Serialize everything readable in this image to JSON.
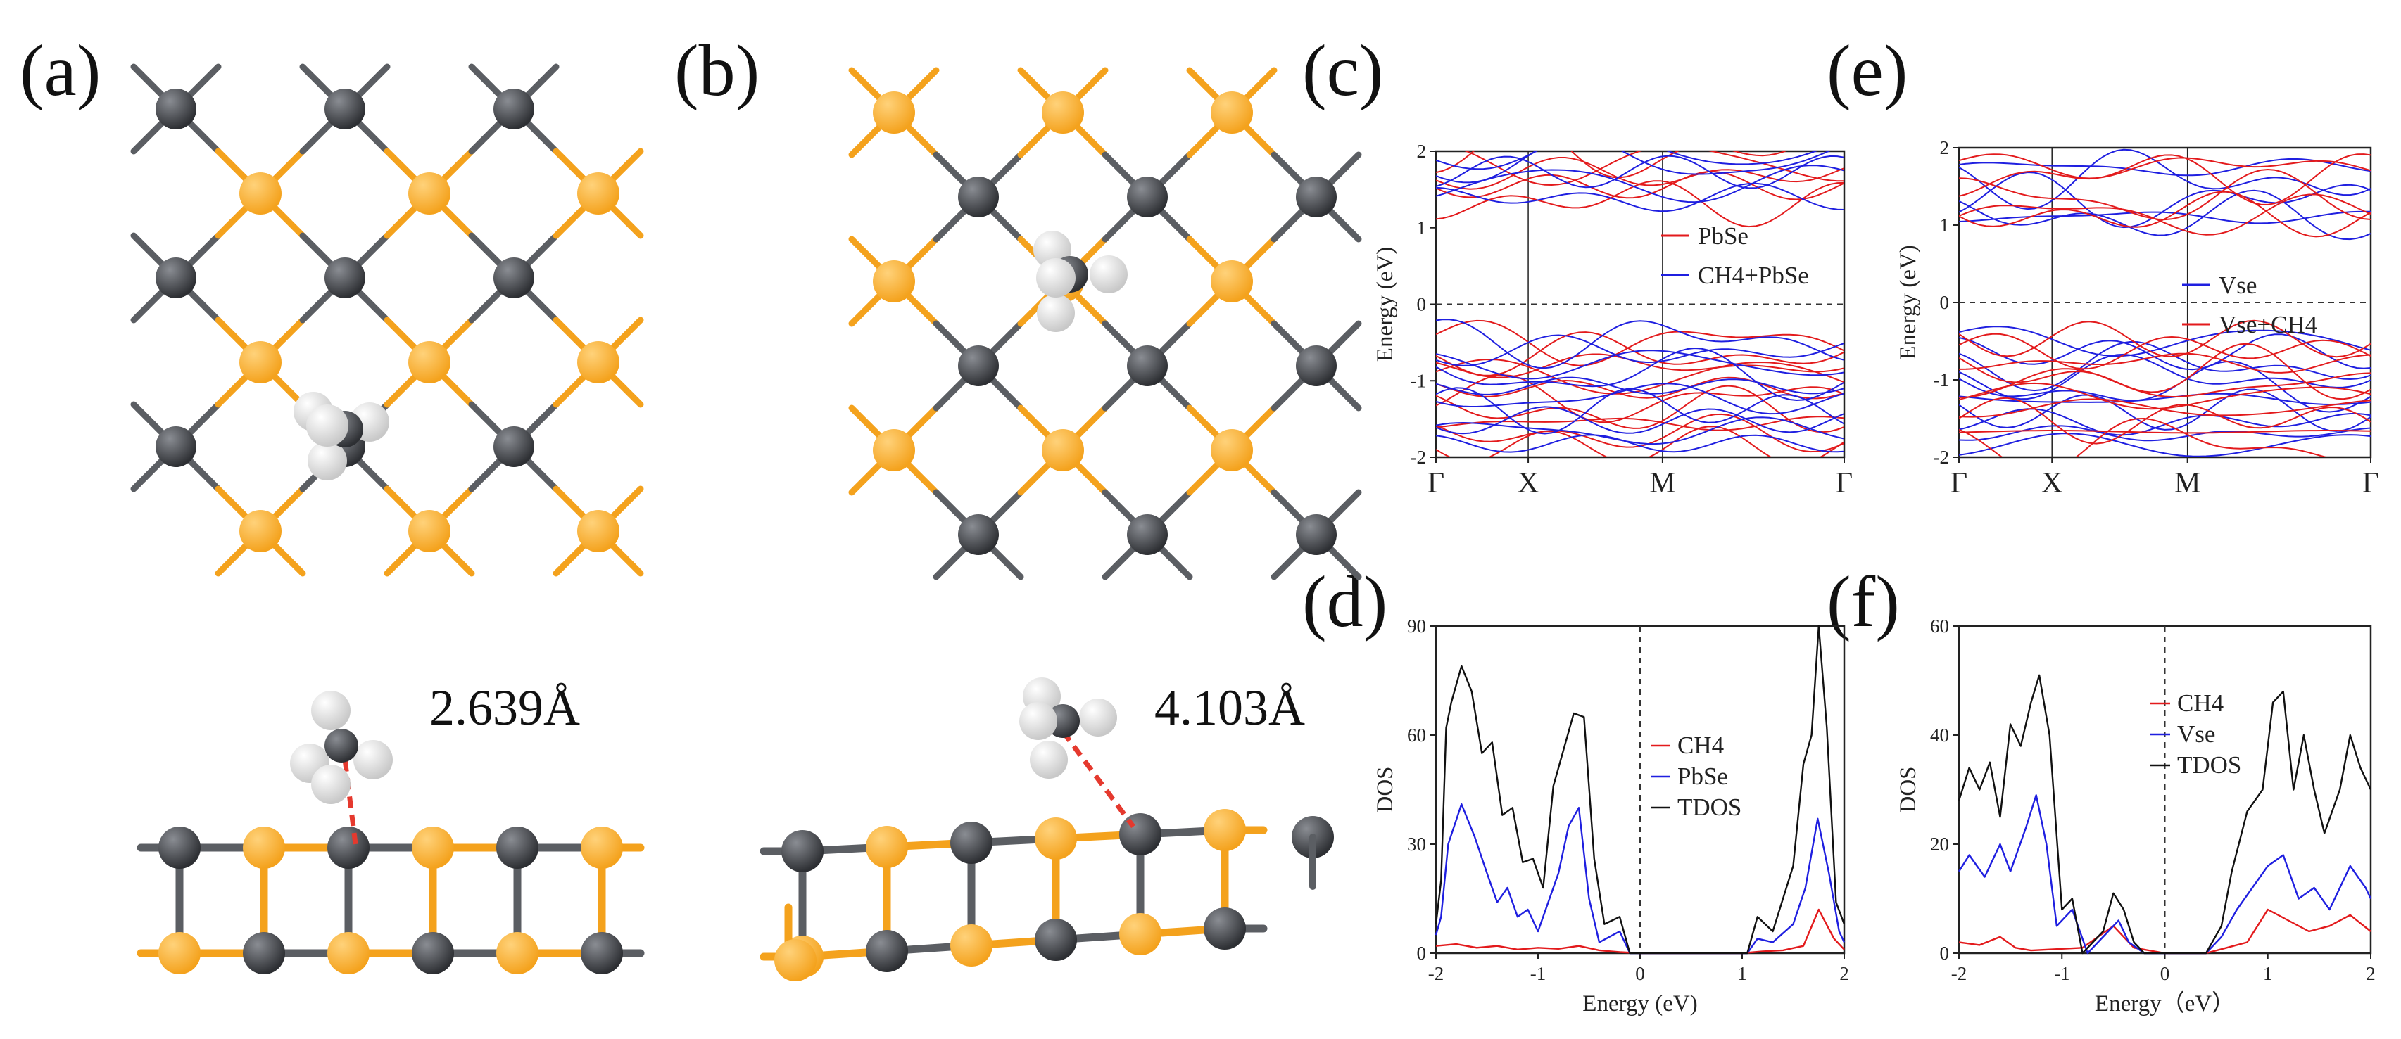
{
  "panel_labels": [
    "(a)",
    "(b)",
    "(c)",
    "(d)",
    "(e)",
    "(f)"
  ],
  "distances": {
    "a": "2.639Å",
    "b": "4.103Å"
  },
  "colors": {
    "pb": "#f4a21d",
    "se": "#4a4c50",
    "h": "#ececec",
    "bond": "#e5392e",
    "red": "#e31a1c",
    "blue": "#1f1fe0",
    "black": "#111111"
  },
  "chart_data": [
    {
      "id": "c",
      "type": "line",
      "kpath": [
        "Γ",
        "X",
        "M",
        "Γ"
      ],
      "ylabel": "Energy (eV)",
      "ylim": [
        -2,
        2
      ],
      "yticks": [
        "-2",
        "-1",
        "0",
        "1",
        "2"
      ],
      "series": [
        {
          "name": "PbSe",
          "color": "#e31a1c"
        },
        {
          "name": "CH4+PbSe",
          "color": "#1f1fe0"
        }
      ]
    },
    {
      "id": "e",
      "type": "line",
      "kpath": [
        "Γ",
        "X",
        "M",
        "Γ"
      ],
      "ylabel": "Energy (eV)",
      "ylim": [
        -2,
        2
      ],
      "yticks": [
        "-2",
        "-1",
        "0",
        "1",
        "2"
      ],
      "series": [
        {
          "name": "Vse",
          "color": "#1f1fe0"
        },
        {
          "name": "Vse+CH4",
          "color": "#e31a1c"
        }
      ]
    },
    {
      "id": "d",
      "type": "line",
      "xlabel": "Energy (eV)",
      "ylabel": "DOS",
      "xlim": [
        -2,
        2
      ],
      "ylim": [
        0,
        90
      ],
      "xticks": [
        "-2",
        "-1",
        "0",
        "1",
        "2"
      ],
      "yticks": [
        "0",
        "30",
        "60",
        "90"
      ],
      "series": [
        {
          "name": "CH4",
          "color": "#e31a1c",
          "points": [
            [
              -2,
              2
            ],
            [
              -1.8,
              2.5
            ],
            [
              -1.6,
              1.5
            ],
            [
              -1.4,
              2
            ],
            [
              -1.2,
              1
            ],
            [
              -1.0,
              1.5
            ],
            [
              -0.8,
              1.2
            ],
            [
              -0.6,
              2
            ],
            [
              -0.4,
              0.8
            ],
            [
              -0.2,
              0.3
            ],
            [
              0,
              0
            ],
            [
              1.0,
              0
            ],
            [
              1.2,
              0.5
            ],
            [
              1.4,
              0.8
            ],
            [
              1.6,
              2
            ],
            [
              1.75,
              12
            ],
            [
              1.9,
              4
            ],
            [
              2,
              1
            ]
          ]
        },
        {
          "name": "PbSe",
          "color": "#1f1fe0",
          "points": [
            [
              -2,
              5
            ],
            [
              -1.95,
              10
            ],
            [
              -1.88,
              30
            ],
            [
              -1.75,
              41
            ],
            [
              -1.62,
              32
            ],
            [
              -1.5,
              22
            ],
            [
              -1.4,
              14
            ],
            [
              -1.3,
              18
            ],
            [
              -1.2,
              10
            ],
            [
              -1.1,
              12
            ],
            [
              -1.0,
              6
            ],
            [
              -0.9,
              14
            ],
            [
              -0.8,
              22
            ],
            [
              -0.7,
              35
            ],
            [
              -0.6,
              40
            ],
            [
              -0.5,
              15
            ],
            [
              -0.4,
              3
            ],
            [
              -0.2,
              6
            ],
            [
              -0.1,
              0
            ],
            [
              0,
              0
            ],
            [
              1.05,
              0
            ],
            [
              1.15,
              4
            ],
            [
              1.3,
              3
            ],
            [
              1.5,
              8
            ],
            [
              1.62,
              18
            ],
            [
              1.74,
              37
            ],
            [
              1.85,
              22
            ],
            [
              1.95,
              6
            ],
            [
              2,
              3
            ]
          ]
        },
        {
          "name": "TDOS",
          "color": "#111111",
          "points": [
            [
              -2,
              8
            ],
            [
              -1.95,
              20
            ],
            [
              -1.9,
              62
            ],
            [
              -1.85,
              69
            ],
            [
              -1.75,
              79
            ],
            [
              -1.65,
              72
            ],
            [
              -1.55,
              55
            ],
            [
              -1.45,
              58
            ],
            [
              -1.35,
              38
            ],
            [
              -1.25,
              40
            ],
            [
              -1.15,
              25
            ],
            [
              -1.05,
              26
            ],
            [
              -0.95,
              18
            ],
            [
              -0.85,
              46
            ],
            [
              -0.75,
              56
            ],
            [
              -0.65,
              66
            ],
            [
              -0.55,
              65
            ],
            [
              -0.45,
              26
            ],
            [
              -0.35,
              8
            ],
            [
              -0.2,
              10
            ],
            [
              -0.1,
              0
            ],
            [
              0,
              0
            ],
            [
              1.05,
              0
            ],
            [
              1.15,
              10
            ],
            [
              1.3,
              6
            ],
            [
              1.5,
              24
            ],
            [
              1.6,
              52
            ],
            [
              1.68,
              60
            ],
            [
              1.75,
              90
            ],
            [
              1.83,
              62
            ],
            [
              1.92,
              14
            ],
            [
              2,
              8
            ]
          ]
        }
      ]
    },
    {
      "id": "f",
      "type": "line",
      "xlabel": "Energy（eV）",
      "ylabel": "DOS",
      "xlim": [
        -2,
        2
      ],
      "ylim": [
        0,
        60
      ],
      "xticks": [
        "-2",
        "-1",
        "0",
        "1",
        "2"
      ],
      "yticks": [
        "0",
        "20",
        "40",
        "60"
      ],
      "series": [
        {
          "name": "CH4",
          "color": "#e31a1c",
          "points": [
            [
              -2,
              2
            ],
            [
              -1.8,
              1.5
            ],
            [
              -1.6,
              3
            ],
            [
              -1.45,
              1
            ],
            [
              -1.3,
              0.5
            ],
            [
              -1.0,
              0.8
            ],
            [
              -0.8,
              1
            ],
            [
              -0.5,
              5
            ],
            [
              -0.3,
              1
            ],
            [
              0,
              0
            ],
            [
              0.4,
              0
            ],
            [
              0.6,
              1
            ],
            [
              0.8,
              2
            ],
            [
              1.0,
              8
            ],
            [
              1.2,
              6
            ],
            [
              1.4,
              4
            ],
            [
              1.6,
              5
            ],
            [
              1.8,
              7
            ],
            [
              2,
              4
            ]
          ]
        },
        {
          "name": "Vse",
          "color": "#1f1fe0",
          "points": [
            [
              -2,
              15
            ],
            [
              -1.9,
              18
            ],
            [
              -1.75,
              14
            ],
            [
              -1.6,
              20
            ],
            [
              -1.5,
              15
            ],
            [
              -1.35,
              23
            ],
            [
              -1.25,
              29
            ],
            [
              -1.15,
              20
            ],
            [
              -1.05,
              5
            ],
            [
              -0.9,
              8
            ],
            [
              -0.75,
              0
            ],
            [
              -0.55,
              4
            ],
            [
              -0.45,
              6
            ],
            [
              -0.35,
              2
            ],
            [
              -0.2,
              0
            ],
            [
              0,
              0
            ],
            [
              0.4,
              0
            ],
            [
              0.55,
              3
            ],
            [
              0.7,
              8
            ],
            [
              0.85,
              12
            ],
            [
              1.0,
              16
            ],
            [
              1.15,
              18
            ],
            [
              1.3,
              10
            ],
            [
              1.45,
              12
            ],
            [
              1.6,
              8
            ],
            [
              1.8,
              16
            ],
            [
              1.95,
              12
            ],
            [
              2,
              10
            ]
          ]
        },
        {
          "name": "TDOS",
          "color": "#111111",
          "points": [
            [
              -2,
              28
            ],
            [
              -1.9,
              34
            ],
            [
              -1.8,
              30
            ],
            [
              -1.7,
              35
            ],
            [
              -1.6,
              25
            ],
            [
              -1.5,
              42
            ],
            [
              -1.4,
              38
            ],
            [
              -1.3,
              46
            ],
            [
              -1.22,
              51
            ],
            [
              -1.12,
              40
            ],
            [
              -1.0,
              8
            ],
            [
              -0.9,
              10
            ],
            [
              -0.8,
              0
            ],
            [
              -0.6,
              4
            ],
            [
              -0.5,
              11
            ],
            [
              -0.4,
              8
            ],
            [
              -0.3,
              2
            ],
            [
              -0.2,
              0
            ],
            [
              0,
              0
            ],
            [
              0.4,
              0
            ],
            [
              0.55,
              5
            ],
            [
              0.65,
              15
            ],
            [
              0.8,
              26
            ],
            [
              0.95,
              30
            ],
            [
              1.05,
              46
            ],
            [
              1.15,
              48
            ],
            [
              1.25,
              30
            ],
            [
              1.35,
              40
            ],
            [
              1.45,
              30
            ],
            [
              1.55,
              22
            ],
            [
              1.7,
              30
            ],
            [
              1.8,
              40
            ],
            [
              1.9,
              34
            ],
            [
              2,
              30
            ]
          ]
        }
      ]
    }
  ]
}
